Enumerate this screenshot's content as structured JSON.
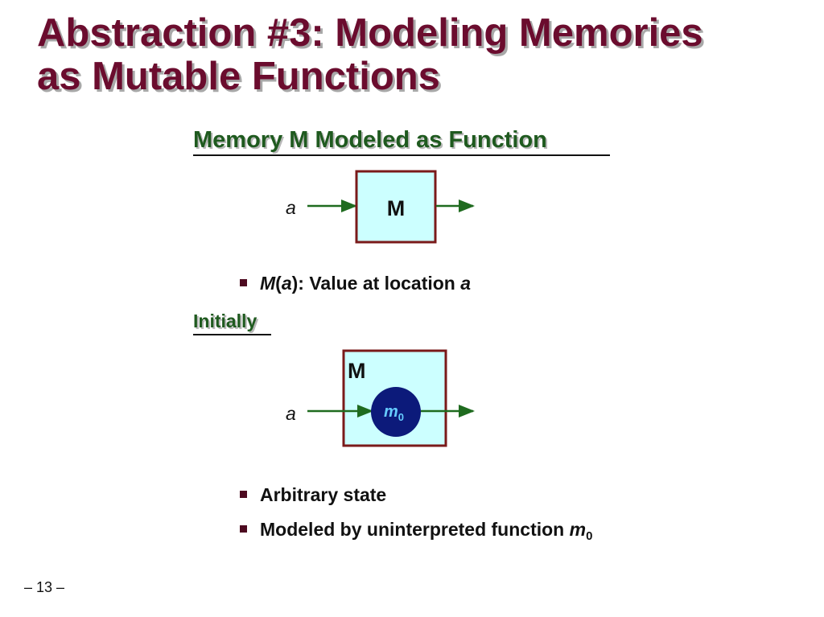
{
  "slide": {
    "title_line1": "Abstraction #3: Modeling Memories",
    "title_line2": "as Mutable Functions",
    "heading1": "Memory M Modeled as Function",
    "heading2": "Initially",
    "page_number": "– 13 –"
  },
  "diagram1": {
    "input_label": "a",
    "box_label": "M"
  },
  "diagram2": {
    "input_label": "a",
    "box_label": "M",
    "node_label_main": "m",
    "node_label_sub": "0"
  },
  "bullets1": [
    {
      "func": "M",
      "open": "(",
      "arg": "a",
      "close": "): Value at location ",
      "var": "a"
    }
  ],
  "bullets2": [
    {
      "text": "Arbitrary state"
    },
    {
      "text": "Modeled by uninterpreted function ",
      "var": "m",
      "sub": "0"
    }
  ],
  "colors": {
    "title": "#6b0c2e",
    "heading": "#1f5a1f",
    "box_fill": "#ccffff",
    "box_border": "#7a1a1a",
    "arrow": "#1f6b1f",
    "node_fill": "#0c1a7a",
    "node_text": "#66ccff",
    "bullet": "#4d0a20"
  }
}
